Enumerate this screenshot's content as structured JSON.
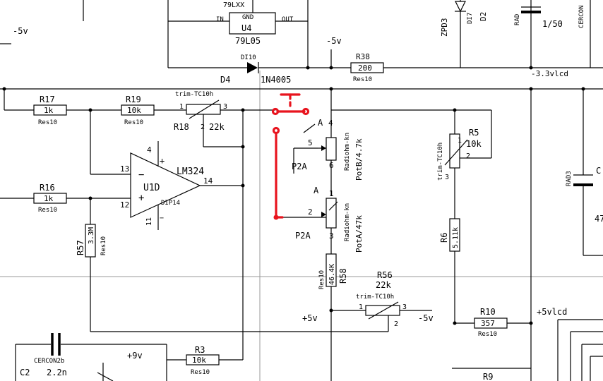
{
  "colors": {
    "wire": "#000000",
    "background": "#ffffff",
    "markup": "#e8141e",
    "guide": "#9a9a9a"
  },
  "rails": {
    "neg5_left": "-5v",
    "neg5_mid": "-5v",
    "neg3v3": "-3.3vlcd",
    "pos5_mid": "+5v",
    "neg5_lower": "-5v",
    "pos5vlcd": "+5vlcd",
    "pos9": "+9v"
  },
  "regulator": {
    "ref": "U4",
    "value": "79L05",
    "type": "79LXX",
    "pin_in": "IN",
    "pin_gnd": "GND",
    "pin_out": "OUT"
  },
  "diodes": {
    "d4": {
      "ref": "D4",
      "value": "1N4005",
      "type": "DI10"
    },
    "d2": {
      "ref": "D2",
      "type": "DI7",
      "part": "ZPD3"
    },
    "rad_top": {
      "ref": "RAD",
      "value": "1/50"
    },
    "cercon_top": {
      "ref": "CERCON"
    }
  },
  "resistors": {
    "r38": {
      "ref": "R38",
      "value": "200",
      "type": "Res10"
    },
    "r17": {
      "ref": "R17",
      "value": "1k",
      "type": "Res10"
    },
    "r19": {
      "ref": "R19",
      "value": "10k",
      "type": "Res10"
    },
    "r16": {
      "ref": "R16",
      "value": "1k",
      "type": "Res10"
    },
    "r57": {
      "ref": "R57",
      "value": "3.3M",
      "type": "Res10"
    },
    "r58": {
      "ref": "R58",
      "value": "46.4K",
      "type": "Res10"
    },
    "r6": {
      "ref": "R6",
      "value": "5.11k",
      "type": "Res10"
    },
    "r10": {
      "ref": "R10",
      "value": "357",
      "type": "Res10"
    },
    "r3": {
      "ref": "R3",
      "value": "10k",
      "type": "Res10"
    },
    "r9": {
      "ref": "R9"
    }
  },
  "trimmers": {
    "r18": {
      "ref": "R18",
      "value": "22k",
      "type": "trim-TC10h",
      "pin1": "1",
      "pin2": "2",
      "pin3": "3"
    },
    "r5": {
      "ref": "R5",
      "value": "10k",
      "type": "trim-TC10h",
      "pin1": "1",
      "pin2": "2",
      "pin3": "3"
    },
    "r56": {
      "ref": "R56",
      "value": "22k",
      "type": "trim-TC10h",
      "pin1": "1",
      "pin2": "2",
      "pin3": "3"
    }
  },
  "pots": {
    "potb": {
      "ref": "P2A",
      "value": "PotB/4.7k",
      "type": "Radiohm-kn",
      "section": "A",
      "pin_a": "4",
      "pin_b": "5",
      "pin_c": "6"
    },
    "pota": {
      "ref": "P2A",
      "value": "PotA/47k",
      "type": "Radiohm-kn",
      "section": "A",
      "pin_a": "1",
      "pin_b": "2",
      "pin_c": "3"
    }
  },
  "opamp": {
    "ref": "U1D",
    "type": "LM324",
    "package": "DIP14",
    "pin_inv": "13",
    "pin_noninv": "12",
    "pin_out": "14",
    "pin_vplus": "4",
    "pin_vminus": "11",
    "sign_minus": "−",
    "sign_plus": "+"
  },
  "capacitors": {
    "c2": {
      "ref": "C2",
      "value": "2.2n",
      "type": "CERCON2b"
    },
    "rad3": {
      "ref": "RAD3",
      "value": "47",
      "label_c": "C"
    }
  }
}
